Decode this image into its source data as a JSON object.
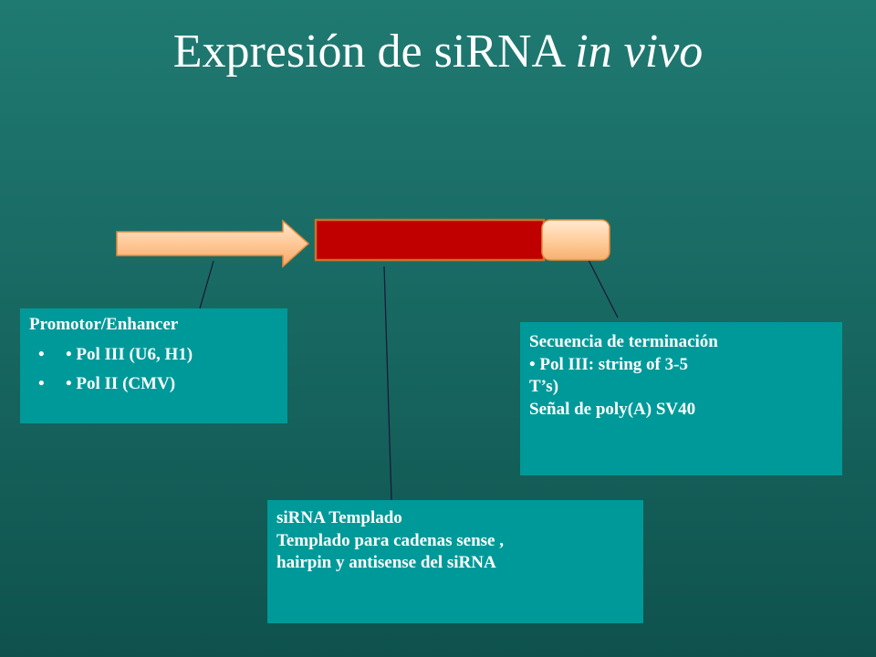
{
  "title": {
    "main": "Expresión de siRNA",
    "italic": "in vivo"
  },
  "colors": {
    "background": "#17655f",
    "box": "#009999",
    "arrow": "#ffd3a8",
    "template_bar": "#c00000",
    "template_border": "#c9722a",
    "text": "#ffffff"
  },
  "promotor": {
    "heading": "Promotor/Enhancer",
    "bullet": "•",
    "items": [
      "• Pol III (U6, H1)",
      "• Pol II (CMV)"
    ]
  },
  "termination": {
    "lines": [
      "Secuencia de terminación",
      "• Pol III: string of 3-5",
      "T’s)",
      "Señal de poly(A) SV40"
    ]
  },
  "template": {
    "lines": [
      "siRNA Templado",
      "Templado para cadenas  sense ,",
      "hairpin y antisense del siRNA"
    ]
  }
}
